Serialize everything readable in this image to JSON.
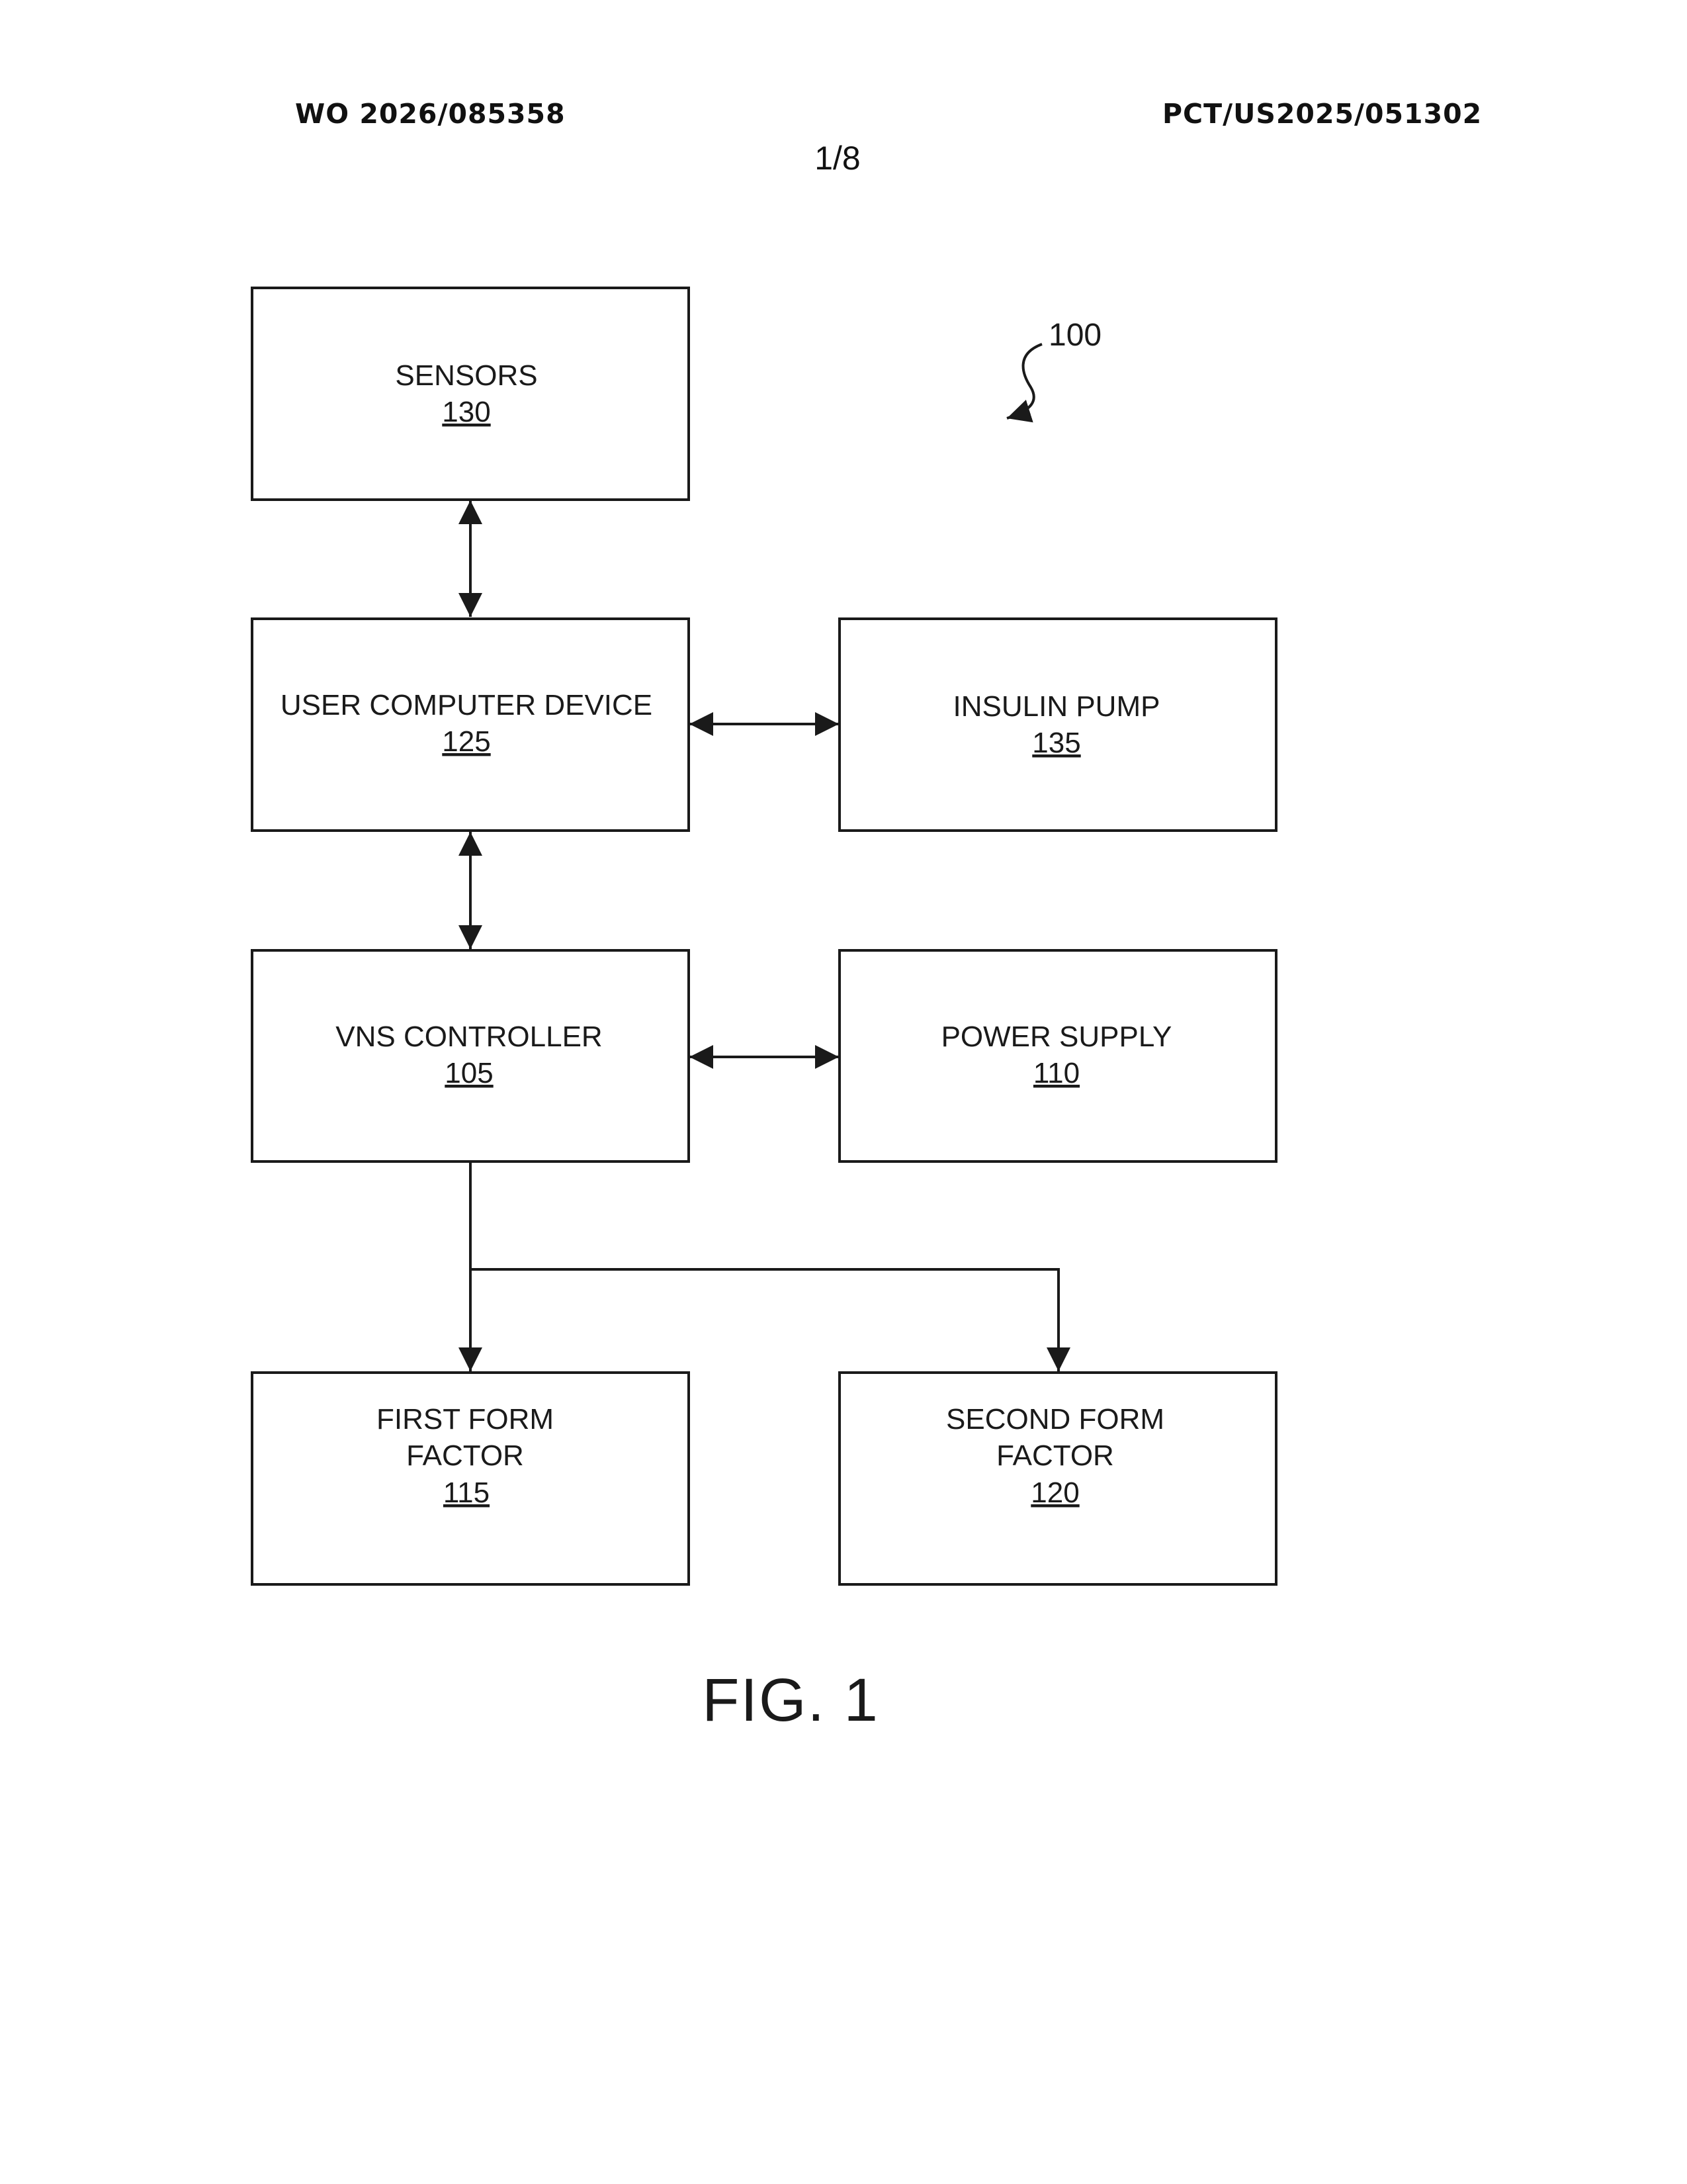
{
  "header": {
    "publication_number": "WO 2026/085358",
    "application_number": "PCT/US2025/051302",
    "sheet": "1/8"
  },
  "diagram": {
    "overall_ref": "100",
    "figure_label": "FIG. 1",
    "boxes": {
      "sensors": {
        "lines": [
          "SENSORS"
        ],
        "ref": "130"
      },
      "user_computer_device": {
        "lines": [
          "USER COMPUTER DEVICE"
        ],
        "ref": "125"
      },
      "insulin_pump": {
        "lines": [
          "INSULIN PUMP"
        ],
        "ref": "135"
      },
      "vns_controller": {
        "lines": [
          "VNS CONTROLLER"
        ],
        "ref": "105"
      },
      "power_supply": {
        "lines": [
          "POWER SUPPLY"
        ],
        "ref": "110"
      },
      "first_form_factor": {
        "lines": [
          "FIRST FORM",
          "FACTOR"
        ],
        "ref": "115"
      },
      "second_form_factor": {
        "lines": [
          "SECOND FORM",
          "FACTOR"
        ],
        "ref": "120"
      }
    },
    "connections": [
      {
        "from": "sensors",
        "to": "user_computer_device",
        "direction": "bidirectional"
      },
      {
        "from": "user_computer_device",
        "to": "insulin_pump",
        "direction": "bidirectional"
      },
      {
        "from": "user_computer_device",
        "to": "vns_controller",
        "direction": "bidirectional"
      },
      {
        "from": "vns_controller",
        "to": "power_supply",
        "direction": "bidirectional"
      },
      {
        "from": "vns_controller",
        "to": "first_form_factor",
        "direction": "forward"
      },
      {
        "from": "vns_controller",
        "to": "second_form_factor",
        "direction": "forward"
      }
    ]
  }
}
